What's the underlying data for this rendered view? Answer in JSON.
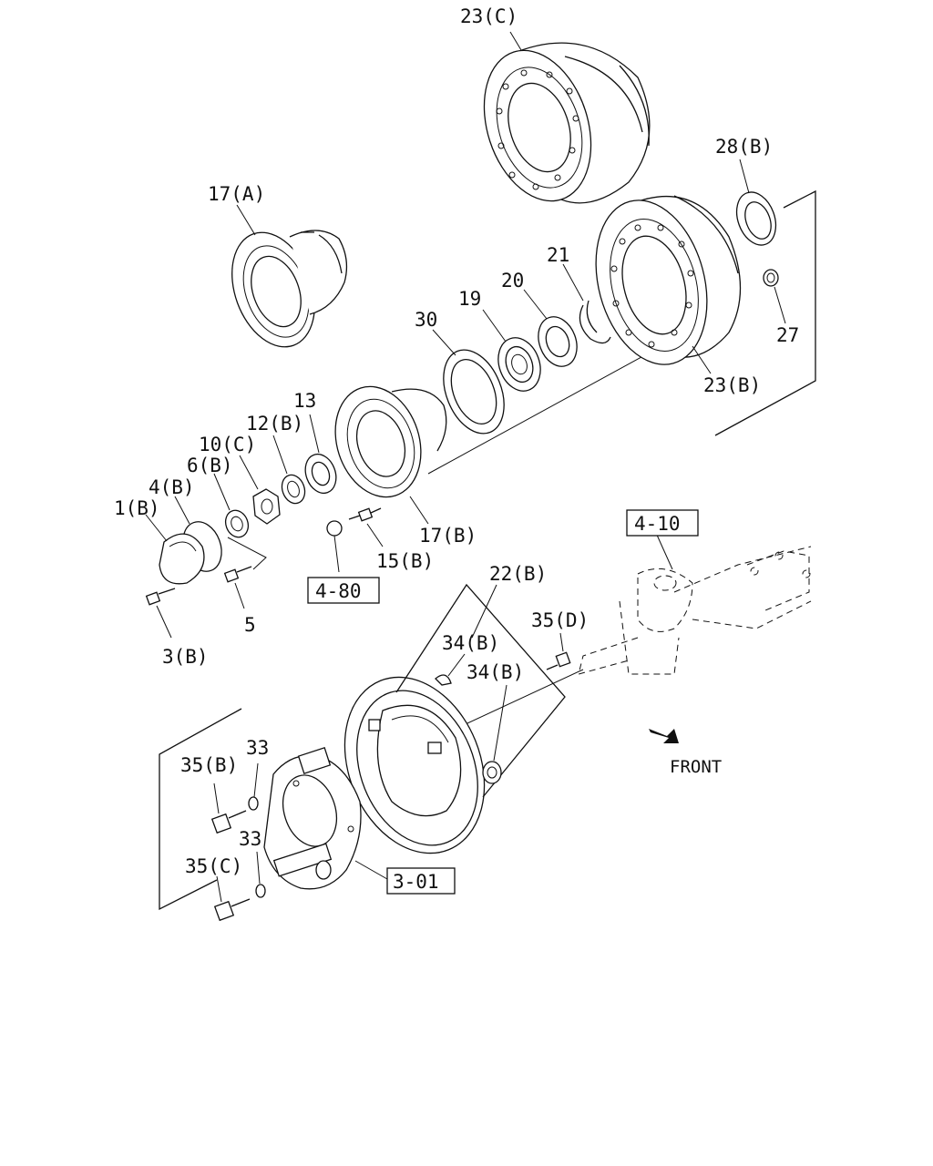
{
  "labels": {
    "p23c": "23(C)",
    "p28b": "28(B)",
    "p17a": "17(A)",
    "p21": "21",
    "p20": "20",
    "p19": "19",
    "p30": "30",
    "p27": "27",
    "p23b": "23(B)",
    "p13": "13",
    "p12b": "12(B)",
    "p10c": "10(C)",
    "p6b": "6(B)",
    "p4b": "4(B)",
    "p1b": "1(B)",
    "p17b": "17(B)",
    "p15b": "15(B)",
    "p5": "5",
    "p3b": "3(B)",
    "p22b": "22(B)",
    "p35d": "35(D)",
    "p34b_1": "34(B)",
    "p34b_2": "34(B)",
    "p33_1": "33",
    "p35b": "35(B)",
    "p33_2": "33",
    "p35c": "35(C)"
  },
  "refs": {
    "r410": "4-10",
    "r480": "4-80",
    "r301": "3-01"
  },
  "front": "FRONT"
}
